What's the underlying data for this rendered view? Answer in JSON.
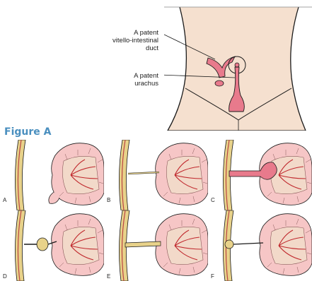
{
  "callouts": {
    "vitello_line1": "A patent",
    "vitello_line2": "vitello-intestinal",
    "vitello_line3": "duct",
    "urachus_line1": "A patent",
    "urachus_line2": "urachus"
  },
  "figure_label": "Figure A",
  "panels": [
    {
      "letter": "A"
    },
    {
      "letter": "B"
    },
    {
      "letter": "C"
    },
    {
      "letter": "D"
    },
    {
      "letter": "E"
    },
    {
      "letter": "F"
    }
  ],
  "colors": {
    "skin": "#f5e0cf",
    "duct": "#e87a8c",
    "intestine": "#f6c6c6",
    "vessel": "#c0282d",
    "wall": "#e8d28a"
  }
}
